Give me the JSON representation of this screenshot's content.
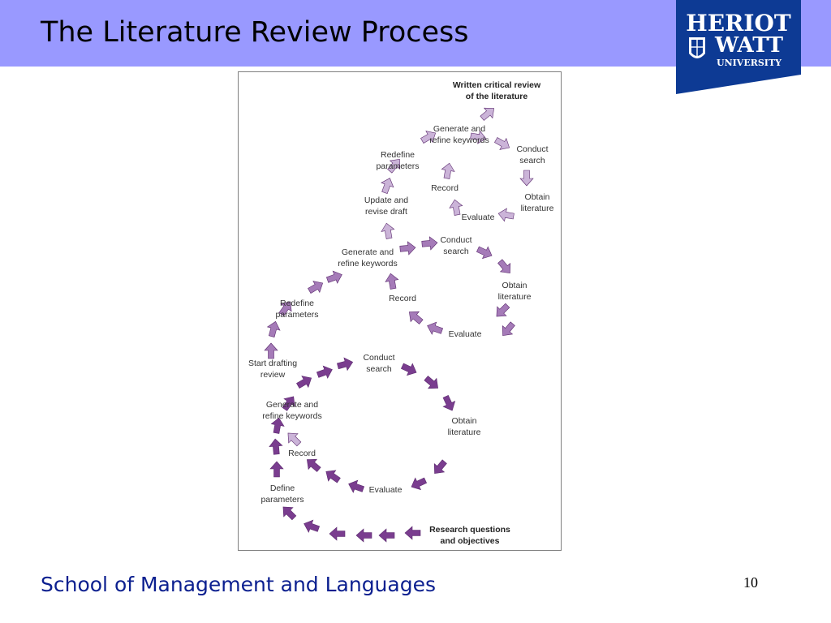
{
  "slide": {
    "title": "The Literature Review Process",
    "footer": "School of Management and Languages",
    "page_number": "10"
  },
  "logo": {
    "line1": "HERIOT",
    "line2": "WATT",
    "line3": "UNIVERSITY",
    "bg_color": "#0d3a94"
  },
  "colors": {
    "header_band": "#9999ff",
    "footer_text": "#0b1f8f",
    "arrow_dark": "#7a3d8f",
    "arrow_mid": "#a57bb8",
    "arrow_light": "#cbb4d8"
  },
  "diagram": {
    "labels": [
      "Research questions",
      "and objectives",
      "Define",
      "parameters",
      "Record",
      "Evaluate",
      "Obtain",
      "literature",
      "Conduct",
      "search",
      "Generate and",
      "refine keywords",
      "Start drafting",
      "review",
      "Redefine",
      "parameters",
      "Record",
      "Evaluate",
      "Obtain",
      "literature",
      "Conduct",
      "search",
      "Generate and",
      "refine keywords",
      "Update and",
      "revise draft",
      "Redefine",
      "parameters",
      "Record",
      "Evaluate",
      "Obtain",
      "literature",
      "Conduct",
      "search",
      "Generate and",
      "refine keywords",
      "Written critical review",
      "of the literature"
    ]
  }
}
